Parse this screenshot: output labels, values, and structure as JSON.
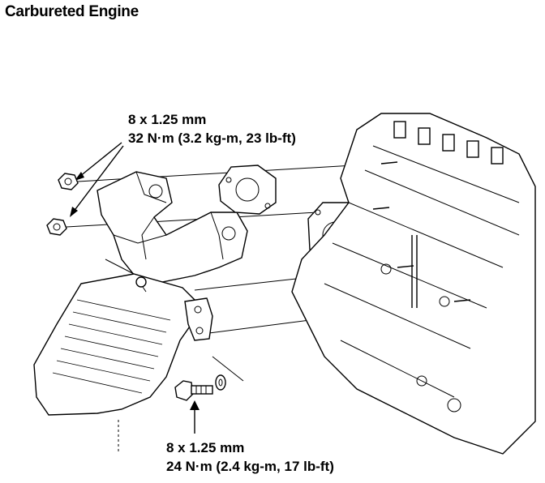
{
  "title": "Carbureted Engine",
  "callouts": {
    "nut": {
      "size": "8 x 1.25 mm",
      "torque": "32 N·m (3.2 kg-m, 23 lb-ft)"
    },
    "bolt": {
      "size": "8 x 1.25 mm",
      "torque": "24 N·m (2.4 kg-m, 17 lb-ft)"
    }
  }
}
